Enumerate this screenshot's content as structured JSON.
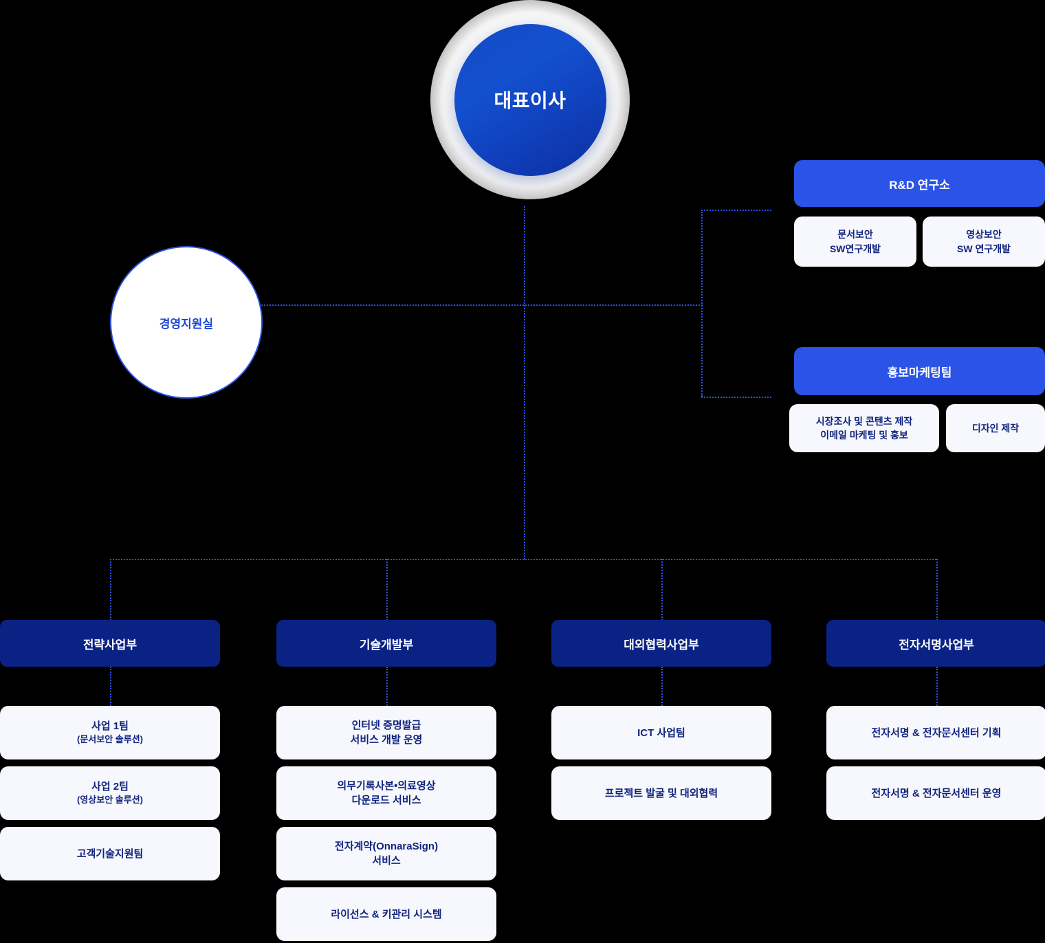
{
  "colors": {
    "background": "#000000",
    "ceo_blue": "#1249c9",
    "group_blue": "#2b53e8",
    "dept_navy": "#0a2284",
    "card_bg": "#f6f8fd",
    "card_text": "#11237e",
    "line": "#2b53e8"
  },
  "ceo": {
    "label": "대표이사"
  },
  "support": {
    "label": "경영지원실"
  },
  "side_groups": [
    {
      "head": "R&D 연구소",
      "items": [
        {
          "line1": "문서보안",
          "line2": "SW연구개발"
        },
        {
          "line1": "영상보안",
          "line2": "SW 연구개발"
        }
      ]
    },
    {
      "head": "홍보마케팅팀",
      "items": [
        {
          "line1": "시장조사 및 콘텐츠 제작",
          "line2": "이메일 마케팅 및 홍보"
        },
        {
          "line1": "디자인 제작",
          "line2": ""
        }
      ]
    }
  ],
  "departments": [
    {
      "head": "전략사업부",
      "items": [
        {
          "line1": "사업 1팀",
          "line2": "(문서보안 솔루션)"
        },
        {
          "line1": "사업 2팀",
          "line2": "(영상보안 솔루션)"
        },
        {
          "line1": "고객기술지원팀",
          "line2": ""
        }
      ]
    },
    {
      "head": "기술개발부",
      "items": [
        {
          "line1": "인터넷 증명발급",
          "line2": "서비스 개발 운영"
        },
        {
          "line1": "의무기록사본•의료영상",
          "line2": "다운로드 서비스"
        },
        {
          "line1": "전자계약(OnnaraSign)",
          "line2": "서비스"
        },
        {
          "line1": "라이선스 & 키관리 시스템",
          "line2": ""
        }
      ]
    },
    {
      "head": "대외협력사업부",
      "items": [
        {
          "line1": "ICT 사업팀",
          "line2": ""
        },
        {
          "line1": "프로젝트 발굴 및 대외협력",
          "line2": ""
        }
      ]
    },
    {
      "head": "전자서명사업부",
      "items": [
        {
          "line1": "전자서명 & 전자문서센터 기획",
          "line2": ""
        },
        {
          "line1": "전자서명 & 전자문서센터 운영",
          "line2": ""
        }
      ]
    }
  ]
}
